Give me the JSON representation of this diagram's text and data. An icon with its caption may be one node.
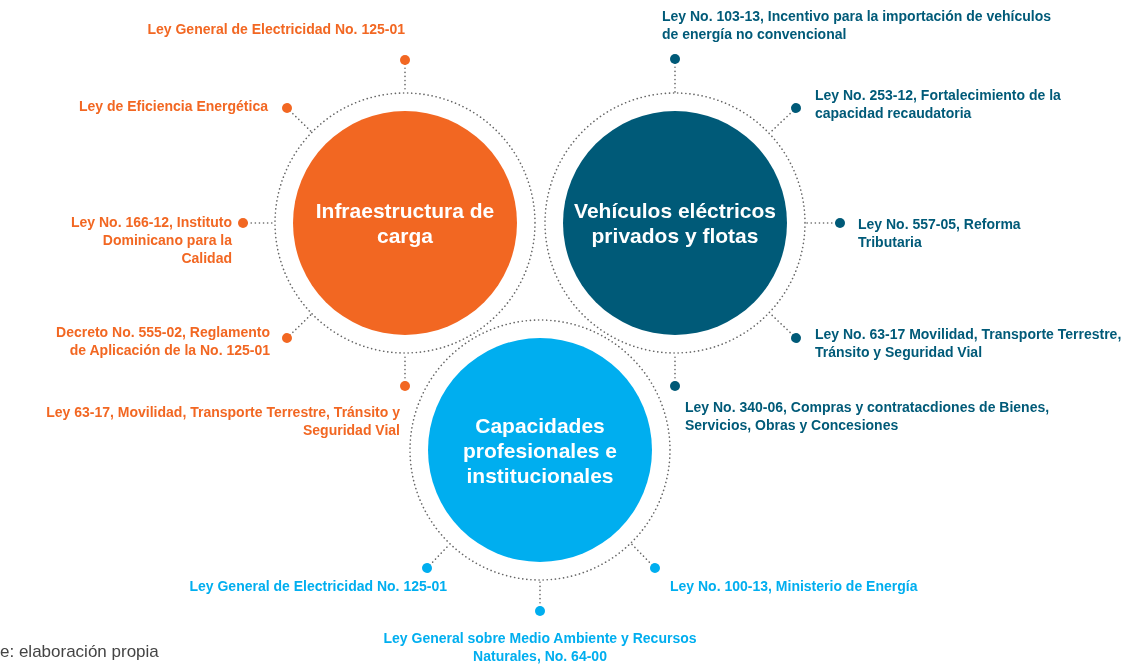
{
  "diagram": {
    "nodes": [
      {
        "text": [
          "Infraestructura de carga"
        ]
      },
      {
        "text": [
          "Vehículos eléctricos privados y flotas"
        ]
      },
      {
        "text": [
          "Capacidades profesionales e institucionales"
        ]
      },
      {
        "text": [
          "Ley General de Electricidad No. 125-01"
        ]
      },
      {
        "text": [
          "Ley de Eficiencia Energética"
        ]
      },
      {
        "text": [
          "Ley No. 166-12, Instituto Dominicano para la Calidad"
        ]
      },
      {
        "text": [
          "Decreto No. 555-02, Reglamento de Aplicación de la No. 125-01"
        ]
      },
      {
        "text": [
          "Ley 63-17, Movilidad, Transporte Terrestre, Tránsito y Seguridad Vial"
        ]
      },
      {
        "text": [
          "Ley No. 103-13, Incentivo para la importación de vehículos de energía no convencional"
        ]
      },
      {
        "text": [
          "Ley No. 253-12, Fortalecimiento de la capacidad recaudatoria"
        ]
      },
      {
        "text": [
          "Ley No. 557-05, Reforma Tributaria"
        ]
      },
      {
        "text": [
          "Ley No. 63-17 Movilidad, Transporte Terrestre, Tránsito y Seguridad Vial"
        ]
      },
      {
        "text": [
          "Ley No. 340-06, Compras y contratacdiones de Bienes, Servicios, Obras y Concesiones"
        ]
      },
      {
        "text": [
          "Ley General de Electricidad No. 125-01"
        ]
      },
      {
        "text": [
          "Ley General sobre Medio Ambiente y Recursos Naturales, No. 64-00"
        ]
      },
      {
        "text": [
          "Ley No. 100-13, Ministerio de Energía"
        ]
      }
    ],
    "edges": [
      {
        "from": 3,
        "to": 0,
        "arrow": "other"
      },
      {
        "from": 4,
        "to": 0,
        "arrow": "other"
      },
      {
        "from": 5,
        "to": 0,
        "arrow": "other"
      },
      {
        "from": 6,
        "to": 0,
        "arrow": "other"
      },
      {
        "from": 7,
        "to": 0,
        "arrow": "other"
      },
      {
        "from": 8,
        "to": 1,
        "arrow": "other"
      },
      {
        "from": 9,
        "to": 1,
        "arrow": "other"
      },
      {
        "from": 10,
        "to": 1,
        "arrow": "other"
      },
      {
        "from": 11,
        "to": 1,
        "arrow": "other"
      },
      {
        "from": 12,
        "to": 1,
        "arrow": "other"
      },
      {
        "from": 13,
        "to": 2,
        "arrow": "other"
      },
      {
        "from": 14,
        "to": 2,
        "arrow": "other"
      },
      {
        "from": 15,
        "to": 2,
        "arrow": "other"
      }
    ],
    "labels": [
      "e: elaboración propia"
    ]
  }
}
